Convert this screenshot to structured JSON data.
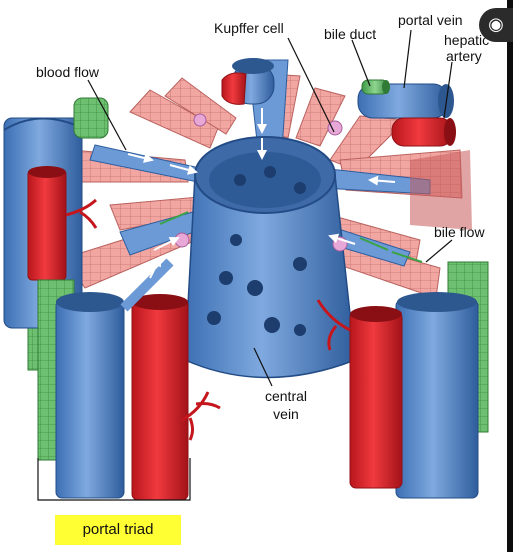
{
  "labels": {
    "kupffer_cell": "Kupffer cell",
    "bile_duct": "bile duct",
    "portal_vein": "portal vein",
    "hepatic_artery_line1": "hepatic",
    "hepatic_artery_line2": "artery",
    "blood_flow": "blood flow",
    "bile_flow": "bile flow",
    "central_vein_line1": "central",
    "central_vein_line2": "vein",
    "portal_triad": "portal triad"
  },
  "icons": {
    "corner_badge": "google-lens-icon"
  },
  "colors": {
    "vein_blue": "#5b8ed0",
    "vein_dark": "#2e5d9e",
    "artery_red": "#e0252d",
    "artery_dark": "#a8151a",
    "bile_green": "#6cc070",
    "hepatocyte_pink": "#f0a3a0",
    "highlight": "#ffff33"
  }
}
